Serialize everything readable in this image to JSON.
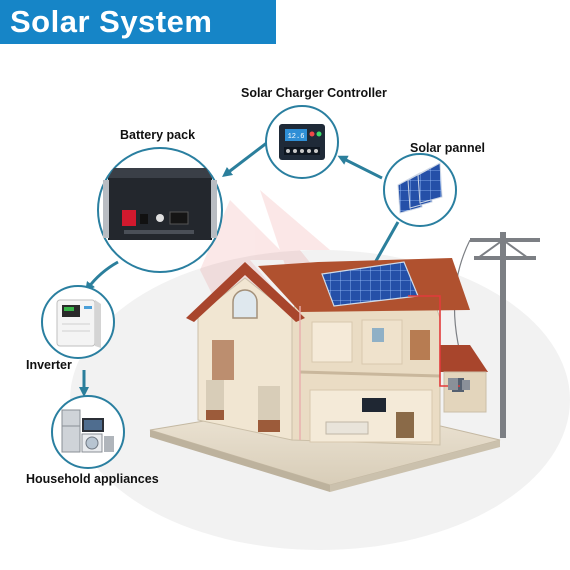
{
  "title": "Solar System",
  "labels": {
    "charger": "Solar Charger Controller",
    "battery": "Battery pack",
    "panel": "Solar pannel",
    "inverter": "Inverter",
    "appliances": "Household appliances"
  },
  "controller_screen": {
    "reading": "12.6"
  },
  "colors": {
    "banner": "#1685c7",
    "circle_border": "#2a7fa0",
    "arrow": "#2b7f9c",
    "roof": "#a8452c",
    "wall": "#f1e6d2",
    "panel": "#2550a8",
    "wire": "#e23b3b"
  },
  "flow": [
    "Solar pannel -> Solar Charger Controller",
    "Solar Charger Controller -> Battery pack",
    "Battery pack -> Inverter",
    "Inverter -> Household appliances",
    "Solar pannel -> house"
  ],
  "icons": {
    "controller": "solar-charge-controller-icon",
    "battery": "battery-rack-icon",
    "panel": "solar-panel-icon",
    "inverter": "inverter-icon",
    "appliances": "home-appliances-icon",
    "pole": "utility-pole-icon",
    "house": "house-illustration"
  }
}
